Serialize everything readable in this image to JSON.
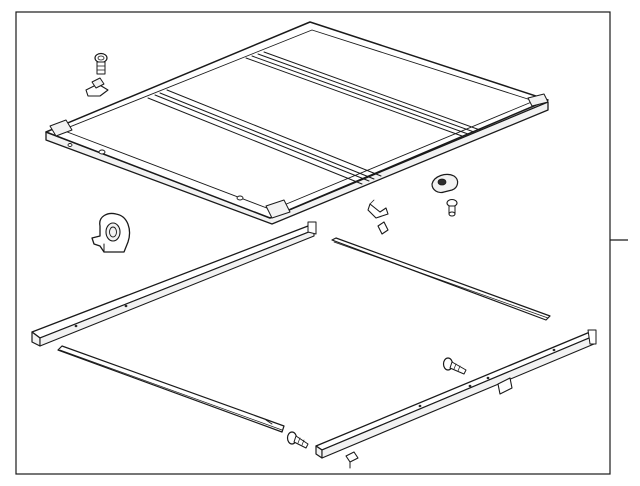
{
  "diagram": {
    "labels": [],
    "parts": [
      "tonneau-cover-panel",
      "panel-seam-1",
      "panel-seam-2",
      "bolt-top-left",
      "clip-top-left",
      "latch-handle",
      "bracket-center",
      "small-clip",
      "knob-right",
      "bolt-right",
      "left-side-rail",
      "right-seal-strip",
      "left-seal-strip",
      "right-side-rail",
      "bolt-center",
      "bolt-bottom",
      "clip-bottom",
      "rail-end-cap"
    ]
  }
}
